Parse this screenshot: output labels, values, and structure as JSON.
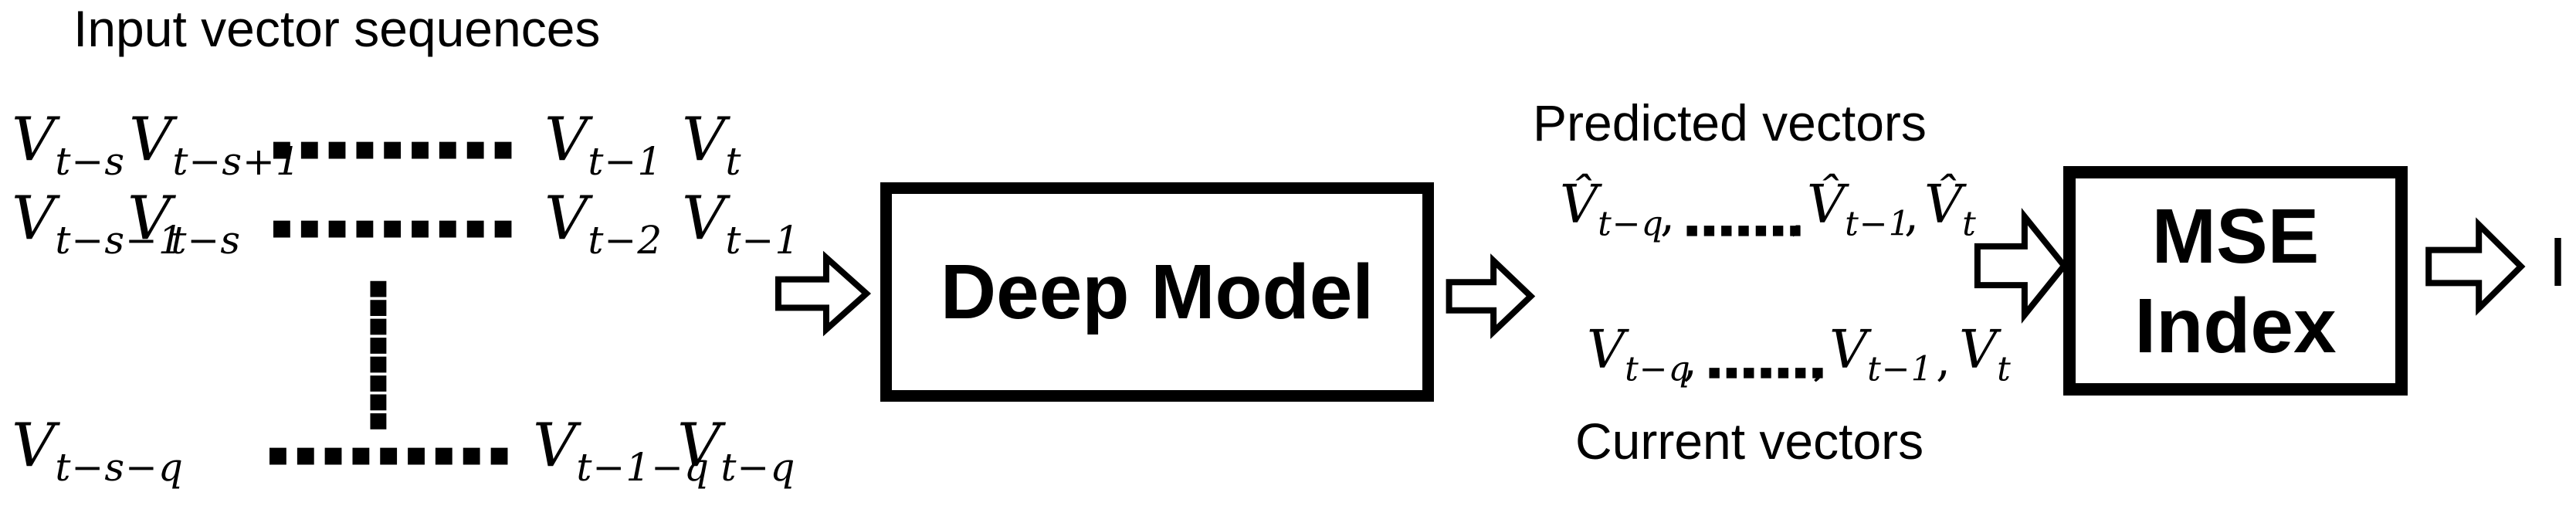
{
  "colors": {
    "ink": "#000000",
    "paper": "#ffffff"
  },
  "labels": {
    "input_title": "Input vector sequences",
    "predicted_title": "Predicted vectors",
    "current_title": "Current vectors",
    "deep_model": "Deep Model",
    "mse_line1": "MSE",
    "mse_line2": "Index",
    "output": "I"
  },
  "icons": {
    "flow_arrow": "block-arrow-right-icon",
    "horizontal_ellipsis": "square-dot-leader",
    "vertical_ellipsis": "square-dot-column"
  },
  "math": {
    "input_rows": [
      {
        "segments": [
          {
            "b": "V",
            "s": "t−s",
            "a": 0
          },
          {
            "b": "V",
            "s": "t−s+1",
            "a": 152
          },
          {
            "d": "▪▪▪▪▪▪▪▪▪",
            "a": 335,
            "t": 28
          },
          {
            "b": "V",
            "s": "t−1",
            "a": 690
          },
          {
            "b": "V",
            "s": "t",
            "a": 868
          }
        ]
      },
      {
        "segments": [
          {
            "b": "V",
            "s": "t−s−1",
            "a": 0
          },
          {
            "b": "V",
            "s": "t−s",
            "a": 150
          },
          {
            "d": "▪▪▪▪▪▪▪▪▪",
            "a": 335,
            "t": 28
          },
          {
            "b": "V",
            "s": "t−2",
            "a": 690
          },
          {
            "b": "V",
            "s": "t−1",
            "a": 868
          }
        ]
      },
      {
        "segments": [
          {
            "b": "V",
            "s": "t−s−q",
            "a": 0
          },
          {
            "d": "▪▪▪▪▪▪▪▪▪",
            "a": 330,
            "t": 28
          },
          {
            "b": "V",
            "s": "t−1−q",
            "a": 675
          },
          {
            "b": "V",
            "s": "t−q",
            "a": 862
          }
        ]
      }
    ],
    "vertical_ellipsis": "▪▪▪▪▪▪▪▪",
    "predicted_row": {
      "segments": [
        {
          "b": "V̂",
          "s": "t−q",
          "a": 0
        },
        {
          "x": ",",
          "a": 130,
          "t": 16
        },
        {
          "d": "▪▪▪▪▪▪▪",
          "sm": true,
          "a": 162,
          "t": 52
        },
        {
          "x": ",",
          "a": 298,
          "t": 16
        },
        {
          "b": "V̂",
          "s": "t−1",
          "a": 320
        },
        {
          "x": ",",
          "a": 446,
          "t": 16
        },
        {
          "b": "V̂",
          "s": "t",
          "a": 472
        }
      ]
    },
    "current_row": {
      "segments": [
        {
          "b": "V",
          "s": "t−q",
          "a": 0
        },
        {
          "x": ",",
          "a": 124,
          "t": 16
        },
        {
          "d": "▪▪▪▪▪▪▪",
          "sm": true,
          "a": 156,
          "t": 48
        },
        {
          "x": ",",
          "a": 292,
          "t": 16
        },
        {
          "b": "V",
          "s": "t−1",
          "a": 314
        },
        {
          "x": ",",
          "a": 452,
          "t": 16
        },
        {
          "b": "V",
          "s": "t",
          "a": 482
        }
      ]
    }
  }
}
